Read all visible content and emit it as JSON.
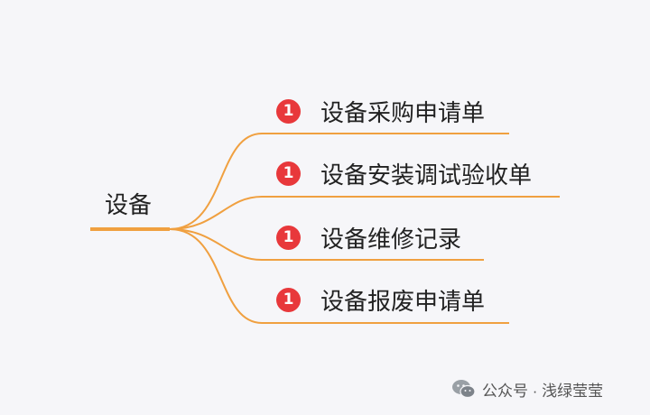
{
  "mindmap": {
    "root": "设备",
    "branches": [
      {
        "badge": "1",
        "label": "设备采购申请单"
      },
      {
        "badge": "1",
        "label": "设备安装调试验收单"
      },
      {
        "badge": "1",
        "label": "设备维修记录"
      },
      {
        "badge": "1",
        "label": "设备报废申请单"
      }
    ],
    "colors": {
      "line": "#f0a040",
      "badge": "#e8383b",
      "text": "#222222",
      "background": "#f6f6f9"
    }
  },
  "watermark": {
    "text": "公众号 · 浅绿莹莹",
    "icon": "wechat-icon"
  }
}
